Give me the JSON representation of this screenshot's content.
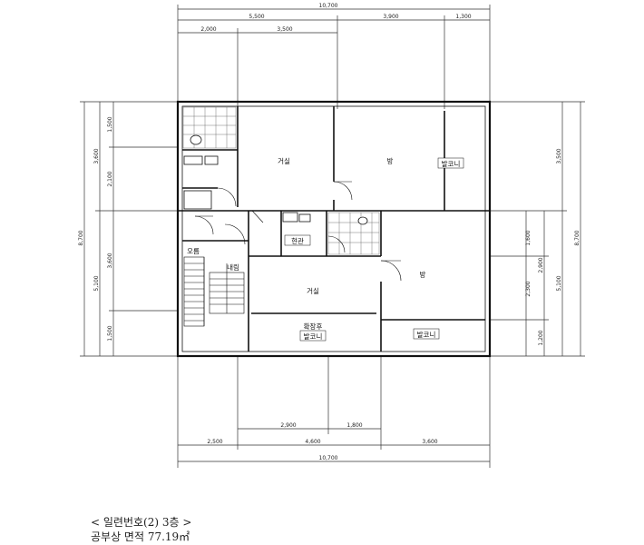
{
  "dimensions": {
    "top_total": "10,700",
    "top_row1": [
      "5,500",
      "3,900",
      "1,300"
    ],
    "top_row2": [
      "2,000",
      "3,500"
    ],
    "left_outer": "8,700",
    "left_mid": [
      "3,600",
      "5,100"
    ],
    "left_inner": [
      "1,500",
      "2,100",
      "3,600",
      "1,500"
    ],
    "right_outer": "8,700",
    "right_mid": [
      "3,500",
      "5,100"
    ],
    "right_inner": [
      "1,600",
      "2,300",
      "2,900",
      "1,200"
    ],
    "bottom_row1": [
      "2,900",
      "1,800"
    ],
    "bottom_row2": [
      "2,500",
      "4,600",
      "3,600"
    ],
    "bottom_total": "10,700"
  },
  "rooms": {
    "living_1": "거실",
    "room_1": "방",
    "balcony_1": "발코니",
    "entrance": "현관",
    "living_2": "거실",
    "room_2": "방",
    "balcony_2_note": "확장후",
    "balcony_2": "발코니",
    "balcony_3": "발코니",
    "up": "오름",
    "down": "내림"
  },
  "caption": {
    "title": "< 일련번호(2) 3층 >",
    "area": "공부상 면적 77.19㎡"
  }
}
